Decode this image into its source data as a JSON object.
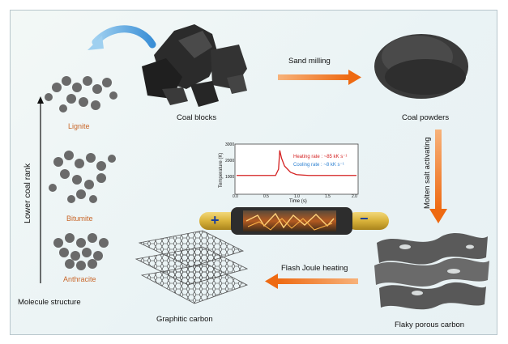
{
  "labels": {
    "coal_blocks": "Coal blocks",
    "sand_milling": "Sand milling",
    "coal_powders": "Coal powders",
    "molten_salt": "Molten salt activating",
    "flaky_porous_carbon": "Flaky porous carbon",
    "flash_joule": "Flash Joule heating",
    "graphitic_carbon": "Graphitic carbon",
    "lignite": "Lignite",
    "bitumite": "Bitumite",
    "anthracite": "Anthracite",
    "molecule_structure": "Molecule structure",
    "lower_coal_rank": "Lower coal rank"
  },
  "inset_chart": {
    "ylabel": "Temperature (K)",
    "xlabel": "Time (s)",
    "yticks": [
      "3000",
      "2000",
      "1000"
    ],
    "xticks": [
      "0.0",
      "0.5",
      "1.0",
      "1.5",
      "2.0"
    ],
    "heating": "Heating rate : ~85 kK s⁻¹",
    "cooling": "Cooling rate : ~8 kK s⁻¹"
  },
  "chart_data": {
    "type": "line",
    "xlabel": "Time (s)",
    "ylabel": "Temperature (K)",
    "xlim": [
      0,
      2
    ],
    "ylim": [
      0,
      3000
    ],
    "series": [
      {
        "x": [
          0,
          0.5,
          0.65,
          0.7,
          0.72,
          0.75,
          0.8,
          0.9,
          1.0,
          1.2,
          1.5,
          2.0
        ],
        "y": [
          1100,
          1100,
          1100,
          1500,
          2700,
          2200,
          1700,
          1300,
          1150,
          1100,
          1100,
          1100
        ]
      }
    ]
  },
  "battery": {
    "plus": "+",
    "minus": "−"
  },
  "colors": {
    "arrow": "#ef7d22",
    "curve": "#d42020",
    "heating_text": "#d42020",
    "cooling_text": "#2a7fd0",
    "rank_text": "#c9672a",
    "plus": "#1a3f9a",
    "minus": "#1a3f9a"
  }
}
